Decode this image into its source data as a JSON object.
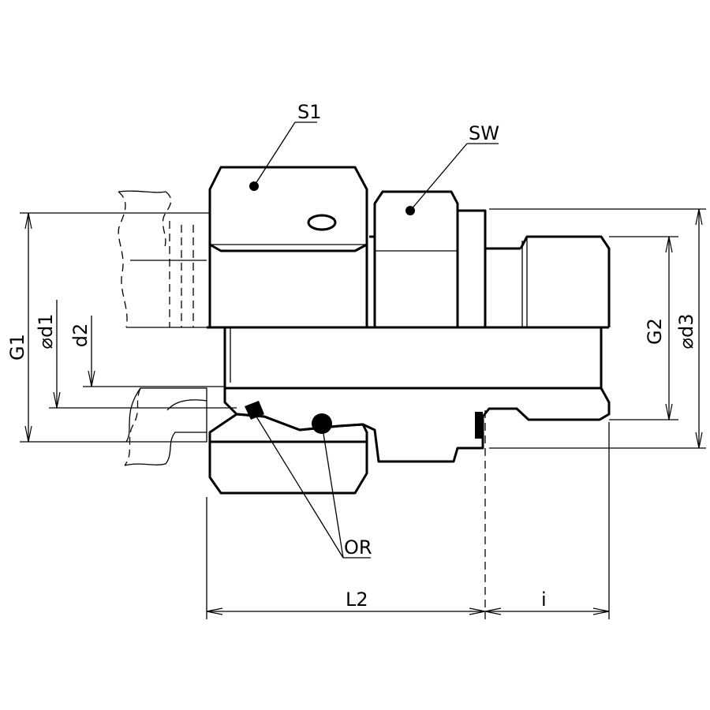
{
  "labels": {
    "s1": "S1",
    "sw": "SW",
    "or": "OR",
    "l2": "L2",
    "i": "i",
    "g1": "G1",
    "d1": "d1",
    "d2": "d2",
    "g2": "G2",
    "d3": "d3",
    "diameter_symbol": "⌀"
  }
}
